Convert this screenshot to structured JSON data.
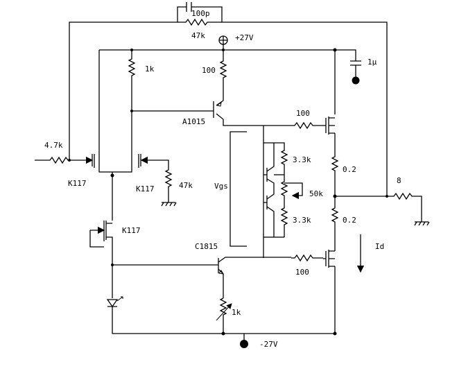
{
  "labels": {
    "c_feedback": "100p",
    "r_feedback": "47k",
    "vplus": "+27V",
    "c_bypass": "1μ",
    "r_1k_top": "1k",
    "r_100_base": "100",
    "q_a1015": "A1015",
    "r_100_gate_top": "100",
    "r_input": "4.7k",
    "r_33k_top": "3.3k",
    "r_02_top": "0.2",
    "r_8_load": "8",
    "q_k117_left": "K117",
    "q_k117_right": "K117",
    "r_47k_gate": "47k",
    "vgs": "Vgs",
    "r_50k_pot": "50k",
    "q_k117_ccs": "K117",
    "r_33k_bot": "3.3k",
    "r_02_bot": "0.2",
    "id_label": "Id",
    "q_c1815": "C1815",
    "r_100_gate_bot": "100",
    "r_1k_var": "1k",
    "vminus": "-27V"
  }
}
